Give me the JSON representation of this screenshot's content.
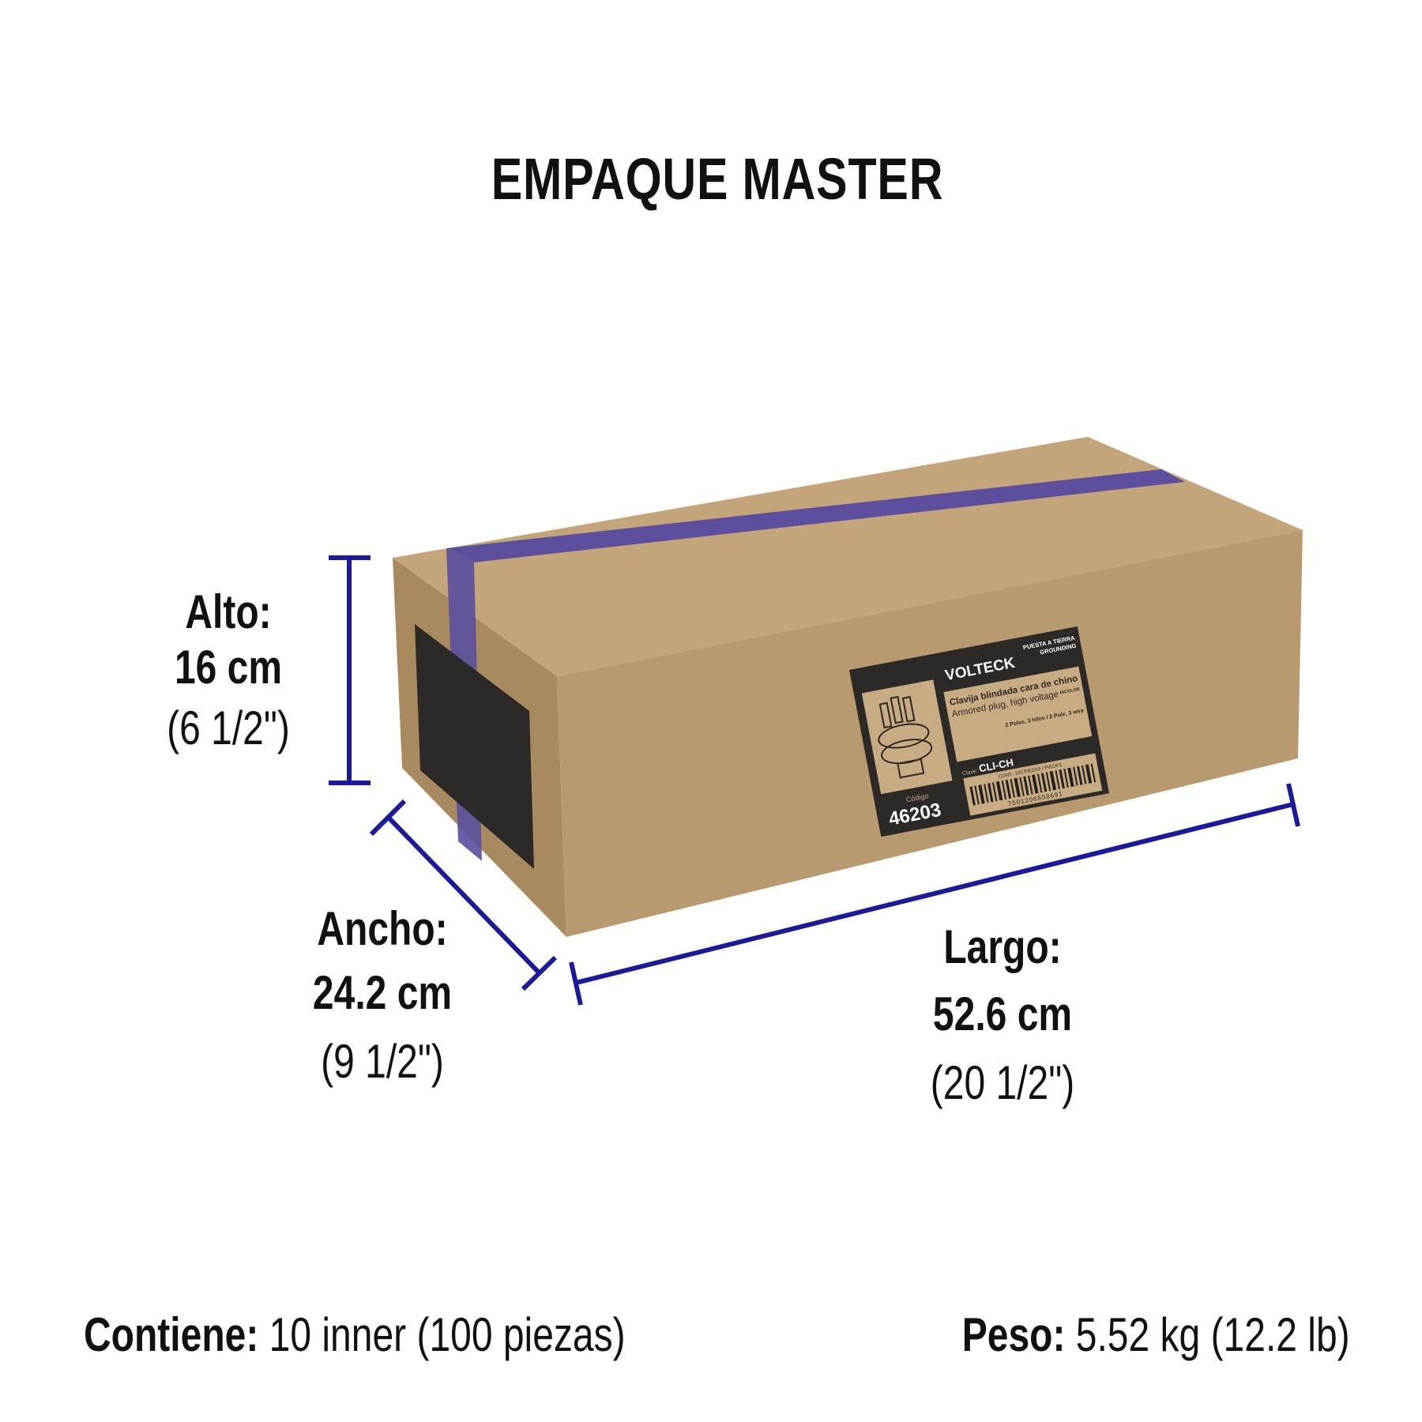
{
  "title": "EMPAQUE MASTER",
  "dimensions": {
    "alto": {
      "label": "Alto:",
      "metric": "16 cm",
      "imperial": "(6 1/2\")"
    },
    "ancho": {
      "label": "Ancho:",
      "metric": "24.2 cm",
      "imperial": "(9 1/2\")"
    },
    "largo": {
      "label": "Largo:",
      "metric": "52.6 cm",
      "imperial": "(20 1/2\")"
    }
  },
  "contents": {
    "label": "Contiene:",
    "value": "10 inner (100 piezas)"
  },
  "weight": {
    "label": "Peso:",
    "value": "5.52 kg (12.2 lb)"
  },
  "box_label": {
    "brand": "VOLTECK",
    "category": "PUESTA A TIERRA",
    "category_en": "GROUNDING",
    "product_es": "Clavija blindada cara de chino",
    "product_en": "Armored plug, high voltage",
    "variant": "BICOLOR",
    "spec": "2 Polos, 3 hilos / 2 Pole, 3 wire",
    "clave_label": "Clave:",
    "clave": "CLI-CH",
    "content": "CONT.: 100 PIEZAS / PIECES",
    "barcode": "7501206658691",
    "code_label": "Código",
    "code": "46203"
  },
  "colors": {
    "dimension_line": "#1a1a9a",
    "cardboard": "#b99a6e",
    "tape": "#5b4f9e",
    "label": "#2c2a28"
  }
}
